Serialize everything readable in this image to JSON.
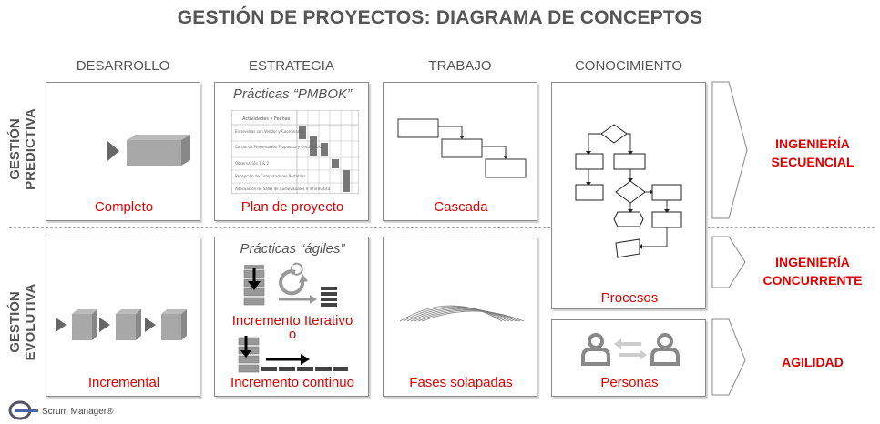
{
  "title": "GESTIÓN DE PROYECTOS: DIAGRAMA DE CONCEPTOS",
  "columns": [
    "DESARROLLO",
    "ESTRATEGIA",
    "TRABAJO",
    "CONOCIMIENTO"
  ],
  "rows": {
    "predictive": [
      "GESTIÓN",
      "PREDICTIVA"
    ],
    "evolutive": [
      "GESTIÓN",
      "EVOLUTIVA"
    ]
  },
  "cells": {
    "completo": "Completo",
    "pmbok_title": "Prácticas “PMBOK”",
    "plan": "Plan de proyecto",
    "cascada": "Cascada",
    "procesos": "Procesos",
    "incremental": "Incremental",
    "agiles_title": "Prácticas “ágiles”",
    "iterativo": "Incremento Iterativo",
    "o": "o",
    "continuo": "Incremento continuo",
    "fases": "Fases solapadas",
    "personas": "Personas"
  },
  "plan_table": {
    "header": "Actividades y Fechas",
    "rows": [
      "Entrevistas con Vendor y Coordinador",
      "Cartas de Presentación Propuesta y Certificación",
      "Observación 1 & 2",
      "Recepción de Computadores Portátiles",
      "Adecuación de Salas de Audiovisuales e Informática"
    ]
  },
  "outcomes": {
    "secuencial": [
      "INGENIERÍA",
      "SECUENCIAL"
    ],
    "concurrente": [
      "INGENIERÍA",
      "CONCURRENTE"
    ],
    "agilidad": "AGILIDAD"
  },
  "footer": "Scrum Manager®",
  "colors": {
    "accent": "#e00000",
    "gray": "#808080"
  }
}
